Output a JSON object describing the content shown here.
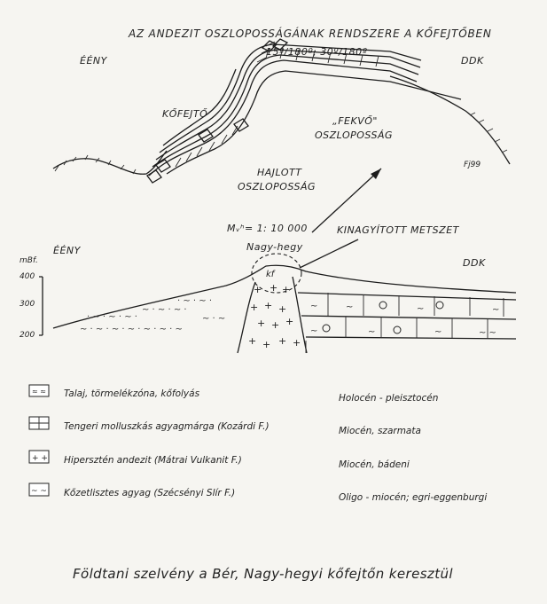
{
  "top_section": {
    "title": "AZ ANDEZIT OSZLOPOSSÁGÁNAK RENDSZERE A KŐFEJTŐBEN",
    "measurement": "15º/180º; 30º/180º",
    "left_direction": "ÉÉNY",
    "right_direction": "DDK",
    "quarry_label": "KŐFEJTŐ",
    "footwall_label_1": "„FEKVŐ\"",
    "footwall_label_2": "OSZLOPOSSÁG",
    "bent_label_1": "HAJLOTT",
    "bent_label_2": "OSZLOPOSSÁG",
    "signature": "Fj99"
  },
  "bottom_section": {
    "scale": "Mᵥʰ= 1: 10 000",
    "mountain_name": "Nagy-hegy",
    "quarry_abbr": "kf",
    "enlarged_label": "KINAGYÍTOTT METSZET",
    "left_direction": "ÉÉNY",
    "right_direction": "DDK",
    "axis_unit": "mBf.",
    "axis_ticks": [
      "400",
      "300",
      "200"
    ]
  },
  "legend": [
    {
      "symbol": "soil",
      "description": "Talaj, törmelékzóna, kőfolyás",
      "age": "Holocén - pleisztocén"
    },
    {
      "symbol": "marl",
      "description": "Tengeri molluszkás agyagmárga (Kozárdi F.)",
      "age": "Miocén, szarmata"
    },
    {
      "symbol": "andesite",
      "description": "Hipersztén andezit (Mátrai Vulkanit F.)",
      "age": "Miocén, bádeni"
    },
    {
      "symbol": "clay",
      "description": "Kőzetlisztes agyag (Szécsényi Slír F.)",
      "age": "Oligo - miocén; egri-eggenburgi"
    }
  ],
  "caption": "Földtani szelvény a Bér, Nagy-hegyi kőfejtőn keresztül"
}
